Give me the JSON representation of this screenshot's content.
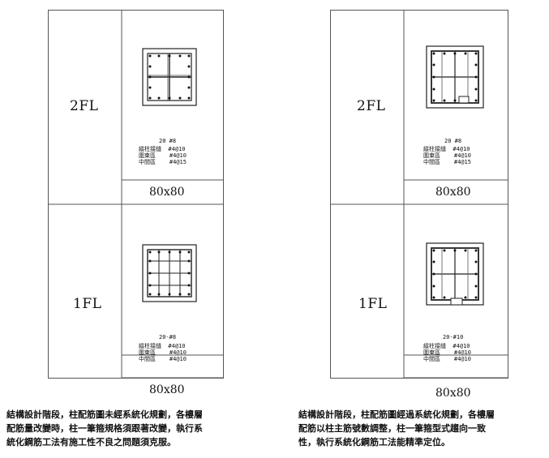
{
  "left": {
    "upper": {
      "floor": "2FL",
      "rebar": "20 #8",
      "spec": [
        "縱柱接縫  #4@10",
        "圍束區    #4@10",
        "中間區    #4@15"
      ],
      "size": "80x80"
    },
    "lower": {
      "floor": "1FL",
      "rebar": "20-#8",
      "spec": [
        "縱柱接縫  #4@10",
        "圍束區    #4@10",
        "中間區    #4@10"
      ],
      "size": "80x80"
    },
    "caption": [
      "結構設計階段，柱配筋圖未經系統化規劃，各樓層",
      "配筋量改變時，柱一筆箍規格須跟著改變，執行系",
      "統化鋼筋工法有施工性不良之問題須克服。"
    ]
  },
  "right": {
    "upper": {
      "floor": "2FL",
      "rebar": "20 #8",
      "spec": [
        "縱柱接縫  #4@10",
        "圍束區    #4@10",
        "中間區    #4@15"
      ],
      "size": "80x80"
    },
    "lower": {
      "floor": "1FL",
      "rebar": "20-#10",
      "spec": [
        "縱柱接縫  #4@10",
        "圍束區    #4@10",
        "中間區    #4@10"
      ],
      "size": "80x80"
    },
    "caption": [
      "結構設計階段，柱配筋圖經過系統化規劃，各樓層",
      "配筋以柱主筋號數調整，柱一筆箍型式趨向一致",
      "性，執行系統化鋼筋工法能精準定位。"
    ]
  }
}
